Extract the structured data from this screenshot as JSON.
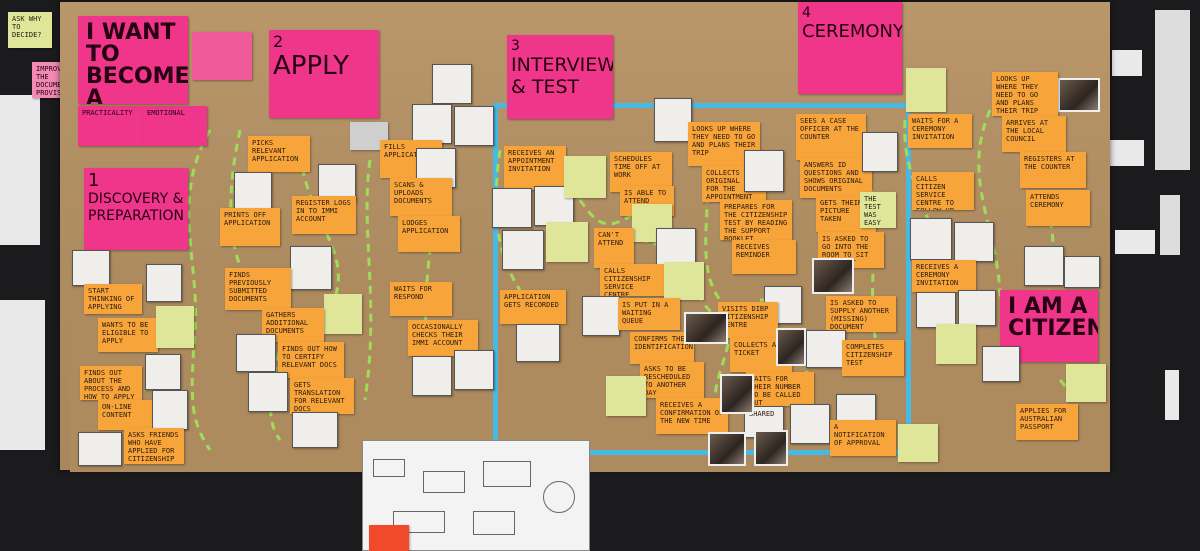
{
  "stages": {
    "s0_title": "I WANT TO BECOME A CITIZEN",
    "s1_number": "1",
    "s1_title": "DISCOVERY & PREPARATION",
    "s2_number": "2",
    "s2_title": "APPLY",
    "s3_number": "3",
    "s3_title": "INTERVIEW & TEST",
    "s4_number": "4",
    "s4_title": "CEREMONY",
    "end_title": "I AM A CITIZEN"
  },
  "notes": {
    "n_apply1": "PICKS RELEVANT APPLICATION",
    "n_apply2": "PRINTS OFF APPLICATION",
    "n_apply3": "REGISTER LOGS IN TO IMMI ACCOUNT",
    "n_apply4": "FINDS PREVIOUSLY SUBMITTED DOCUMENTS",
    "n_apply5": "GATHERS ADDITIONAL DOCUMENTS",
    "n_apply6": "FINDS OUT HOW TO CERTIFY RELEVANT DOCS",
    "n_apply7": "GETS TRANSLATION FOR RELEVANT DOCS",
    "n_apply8": "FILLS APPLICATION",
    "n_apply9": "SCANS & UPLOADS DOCUMENTS",
    "n_apply10": "LODGES APPLICATION",
    "n_apply11": "WAITS FOR RESPOND",
    "n_apply12": "OCCASIONALLY CHECKS THEIR IMMI ACCOUNT",
    "n_disc1": "START THINKING OF APPLYING",
    "n_disc2": "WANTS TO BE ELIGIBLE TO APPLY",
    "n_disc3": "FINDS OUT ABOUT THE PROCESS AND HOW TO APPLY",
    "n_disc4": "ON-LINE CONTENT",
    "n_disc5": "ASKS FRIENDS WHO HAVE APPLIED FOR CITIZENSHIP",
    "n_disc_a": "PRACTICALITY",
    "n_disc_b": "EMOTIONAL",
    "n_int1": "RECEIVES AN APPOINTMENT INVITATION",
    "n_int2": "SCHEDULES TIME OFF AT WORK",
    "n_int3": "IS ABLE TO ATTEND",
    "n_int4": "CAN'T ATTEND",
    "n_int5": "CALLS CITIZENSHIP SERVICE CENTRE",
    "n_int6": "IS PUT IN A WAITING QUEUE",
    "n_int7": "CONFIRMS THE IDENTIFICATION",
    "n_int8": "ASKS TO BE RESCHEDULED TO ANOTHER DAY",
    "n_int9": "RECEIVES A CONFIRMATION OF THE NEW TIME",
    "n_int10": "LOOKS UP WHERE THEY NEED TO GO AND PLANS THEIR TRIP",
    "n_int11": "COLLECTS ORIGINAL DOCS FOR THE APPOINTMENT",
    "n_int12": "PREPARES FOR THE CITIZENSHIP TEST BY READING THE SUPPORT BOOKLET",
    "n_int13": "RECEIVES REMINDER",
    "n_int14": "VISITS DIBP CITIZENSHIP CENTRE",
    "n_int15": "COLLECTS A TICKET",
    "n_int16": "WAITS FOR THEIR NUMBER TO BE CALLED OUT",
    "n_int17": "SEES A CASE OFFICER AT THE COUNTER",
    "n_int18": "ANSWERS ID QUESTIONS AND SHOWS ORIGINAL DOCUMENTS",
    "n_int19": "GETS THEIR PICTURE TAKEN",
    "n_int20": "IS ASKED TO GO INTO THE ROOM TO SIT THE TEST",
    "n_int21": "IS ASKED TO SUPPLY ANOTHER (MISSING) DOCUMENT",
    "n_int22": "COMPLETES CITIZENSHIP TEST",
    "n_int23": "A NOTIFICATION OF APPROVAL",
    "n_int24": "APPLICATION GETS RECORDED",
    "n_cer1": "WAITS FOR A CEREMONY INVITATION",
    "n_cer2": "CALLS CITIZEN SERVICE CENTRE TO FOLLOW UP",
    "n_cer3": "RECEIVES A CEREMONY INVITATION",
    "n_cer4": "LOOKS UP WHERE THEY NEED TO GO AND PLANS THEIR TRIP",
    "n_cer5": "ARRIVES AT THE LOCAL COUNCIL",
    "n_cer6": "REGISTERS AT THE COUNTER",
    "n_cer7": "ATTENDS CEREMONY",
    "n_cer8": "APPLIES FOR AUSTRALIAN PASSPORT",
    "n_side1": "ASK WHY TO DECIDE?",
    "n_side2": "IMPROVE THE DOCUMENT PROVISION",
    "n_side3": "THE TEST WAS EASY",
    "n_side4": "SHARED"
  },
  "colors": {
    "kraft": "#b08e63",
    "pink": "#f0368a",
    "orange": "#f7a53a",
    "blue_frame": "#46b9e4",
    "dash_green": "#9fdc5a"
  }
}
